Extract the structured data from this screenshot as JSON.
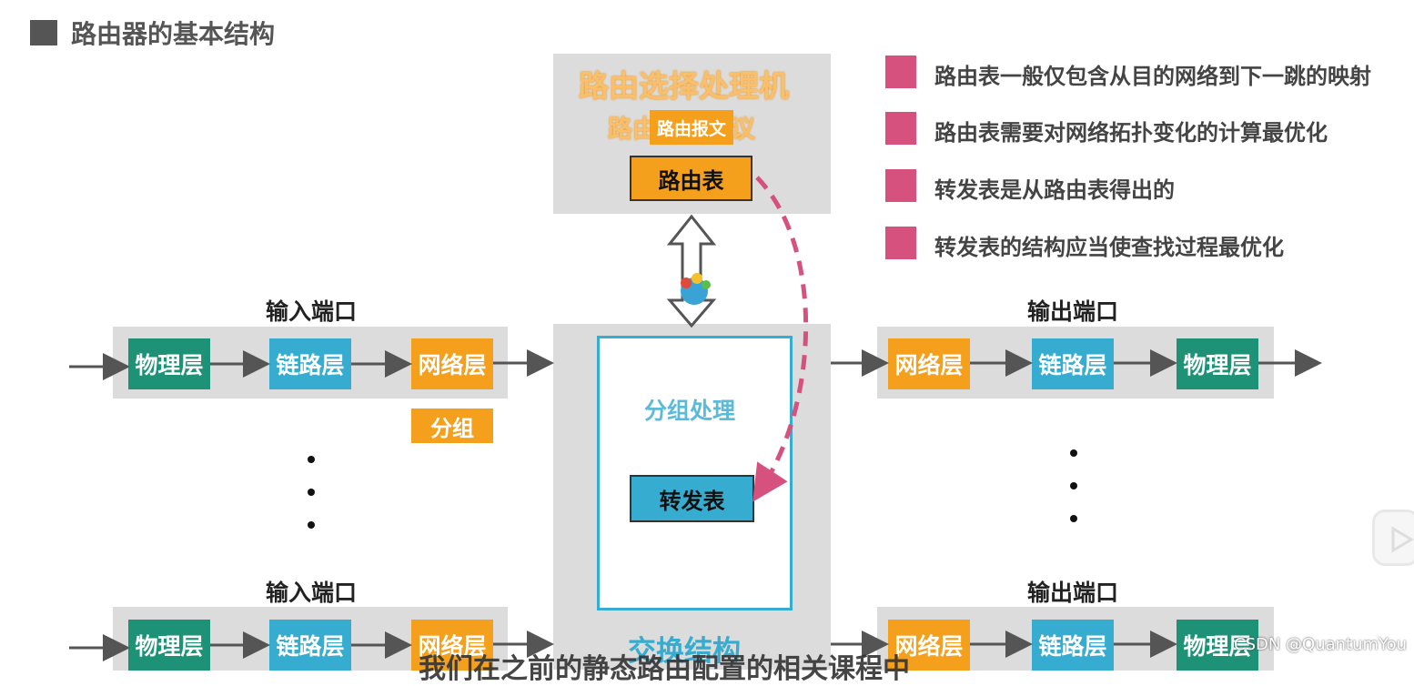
{
  "title": "路由器的基本结构",
  "routing_processor": {
    "title": "路由选择处理机",
    "protocol_label": "路由选择协议",
    "message_label": "路由报文",
    "routing_table": "路由表"
  },
  "switch_fabric": {
    "packet_processing": "分组处理",
    "forwarding_table": "转发表",
    "label": "交换结构"
  },
  "bullets": [
    "路由表一般仅包含从目的网络到下一跳的映射",
    "路由表需要对网络拓扑变化的计算最优化",
    "转发表是从路由表得出的",
    "转发表的结构应当使查找过程最优化"
  ],
  "input_port_label": "输入端口",
  "output_port_label": "输出端口",
  "layers": {
    "physical": "物理层",
    "link": "链路层",
    "network": "网络层"
  },
  "packet_label": "分组",
  "watermark": "CSDN @QuantumYou",
  "subtitle": "我们在之前的静态路由配置的相关课程中",
  "colors": {
    "physical": "#1e9277",
    "link": "#36acd0",
    "network": "#f4a01d",
    "bullet": "#d6517d",
    "fabric_border": "#36acd0"
  }
}
